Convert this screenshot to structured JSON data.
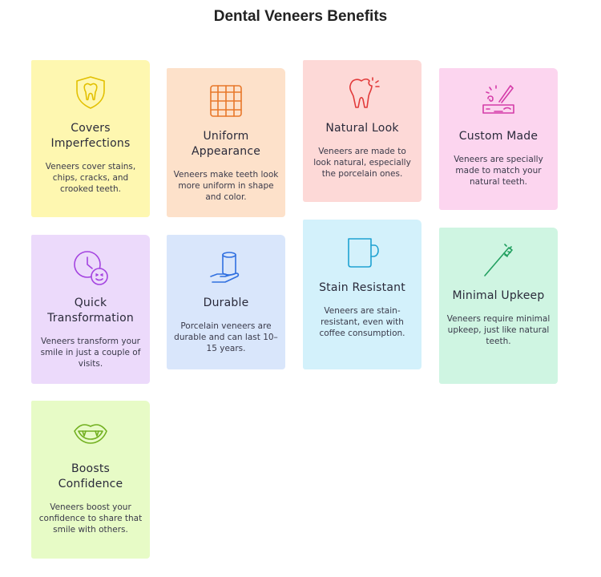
{
  "title": "Dental Veneers Benefits",
  "cards": [
    {
      "title": "Covers Imperfections",
      "desc": "Veneers cover stains, chips, cracks, and crooked teeth.",
      "icon": "shield-tooth-icon",
      "bg": "#fef7b0",
      "color": "#e2c000"
    },
    {
      "title": "Uniform Appearance",
      "desc": "Veneers make teeth look more uniform in shape and color.",
      "icon": "teeth-icon",
      "bg": "#fde1ca",
      "color": "#e8782a"
    },
    {
      "title": "Natural Look",
      "desc": "Veneers are made to look natural, especially the porcelain ones.",
      "icon": "sparkling-tooth-icon",
      "bg": "#fdd9d7",
      "color": "#e23a3a"
    },
    {
      "title": "Custom Made",
      "desc": "Veneers are specially made to match your natural teeth.",
      "icon": "carving-tool-icon",
      "bg": "#fcd5ef",
      "color": "#d43ca8"
    },
    {
      "title": "Quick Transformation",
      "desc": "Veneers transform your smile in just a couple of visits.",
      "icon": "clock-smile-icon",
      "bg": "#ecdafb",
      "color": "#a444e0"
    },
    {
      "title": "Durable",
      "desc": "Porcelain veneers are durable and can last 10–15 years.",
      "icon": "hand-cylinder-icon",
      "bg": "#d9e6fb",
      "color": "#3170e0"
    },
    {
      "title": "Stain Resistant",
      "desc": "Veneers are stain-resistant, even with coffee consumption.",
      "icon": "mug-icon",
      "bg": "#d3f1fb",
      "color": "#1fa2d2"
    },
    {
      "title": "Minimal Upkeep",
      "desc": "Veneers require minimal upkeep, just like natural teeth.",
      "icon": "toothbrush-icon",
      "bg": "#cff5e2",
      "color": "#22a060"
    },
    {
      "title": "Boosts Confidence",
      "desc": "Veneers boost your confidence to share that smile with others.",
      "icon": "smile-mouth-icon",
      "bg": "#e7fbc6",
      "color": "#72b020"
    }
  ]
}
